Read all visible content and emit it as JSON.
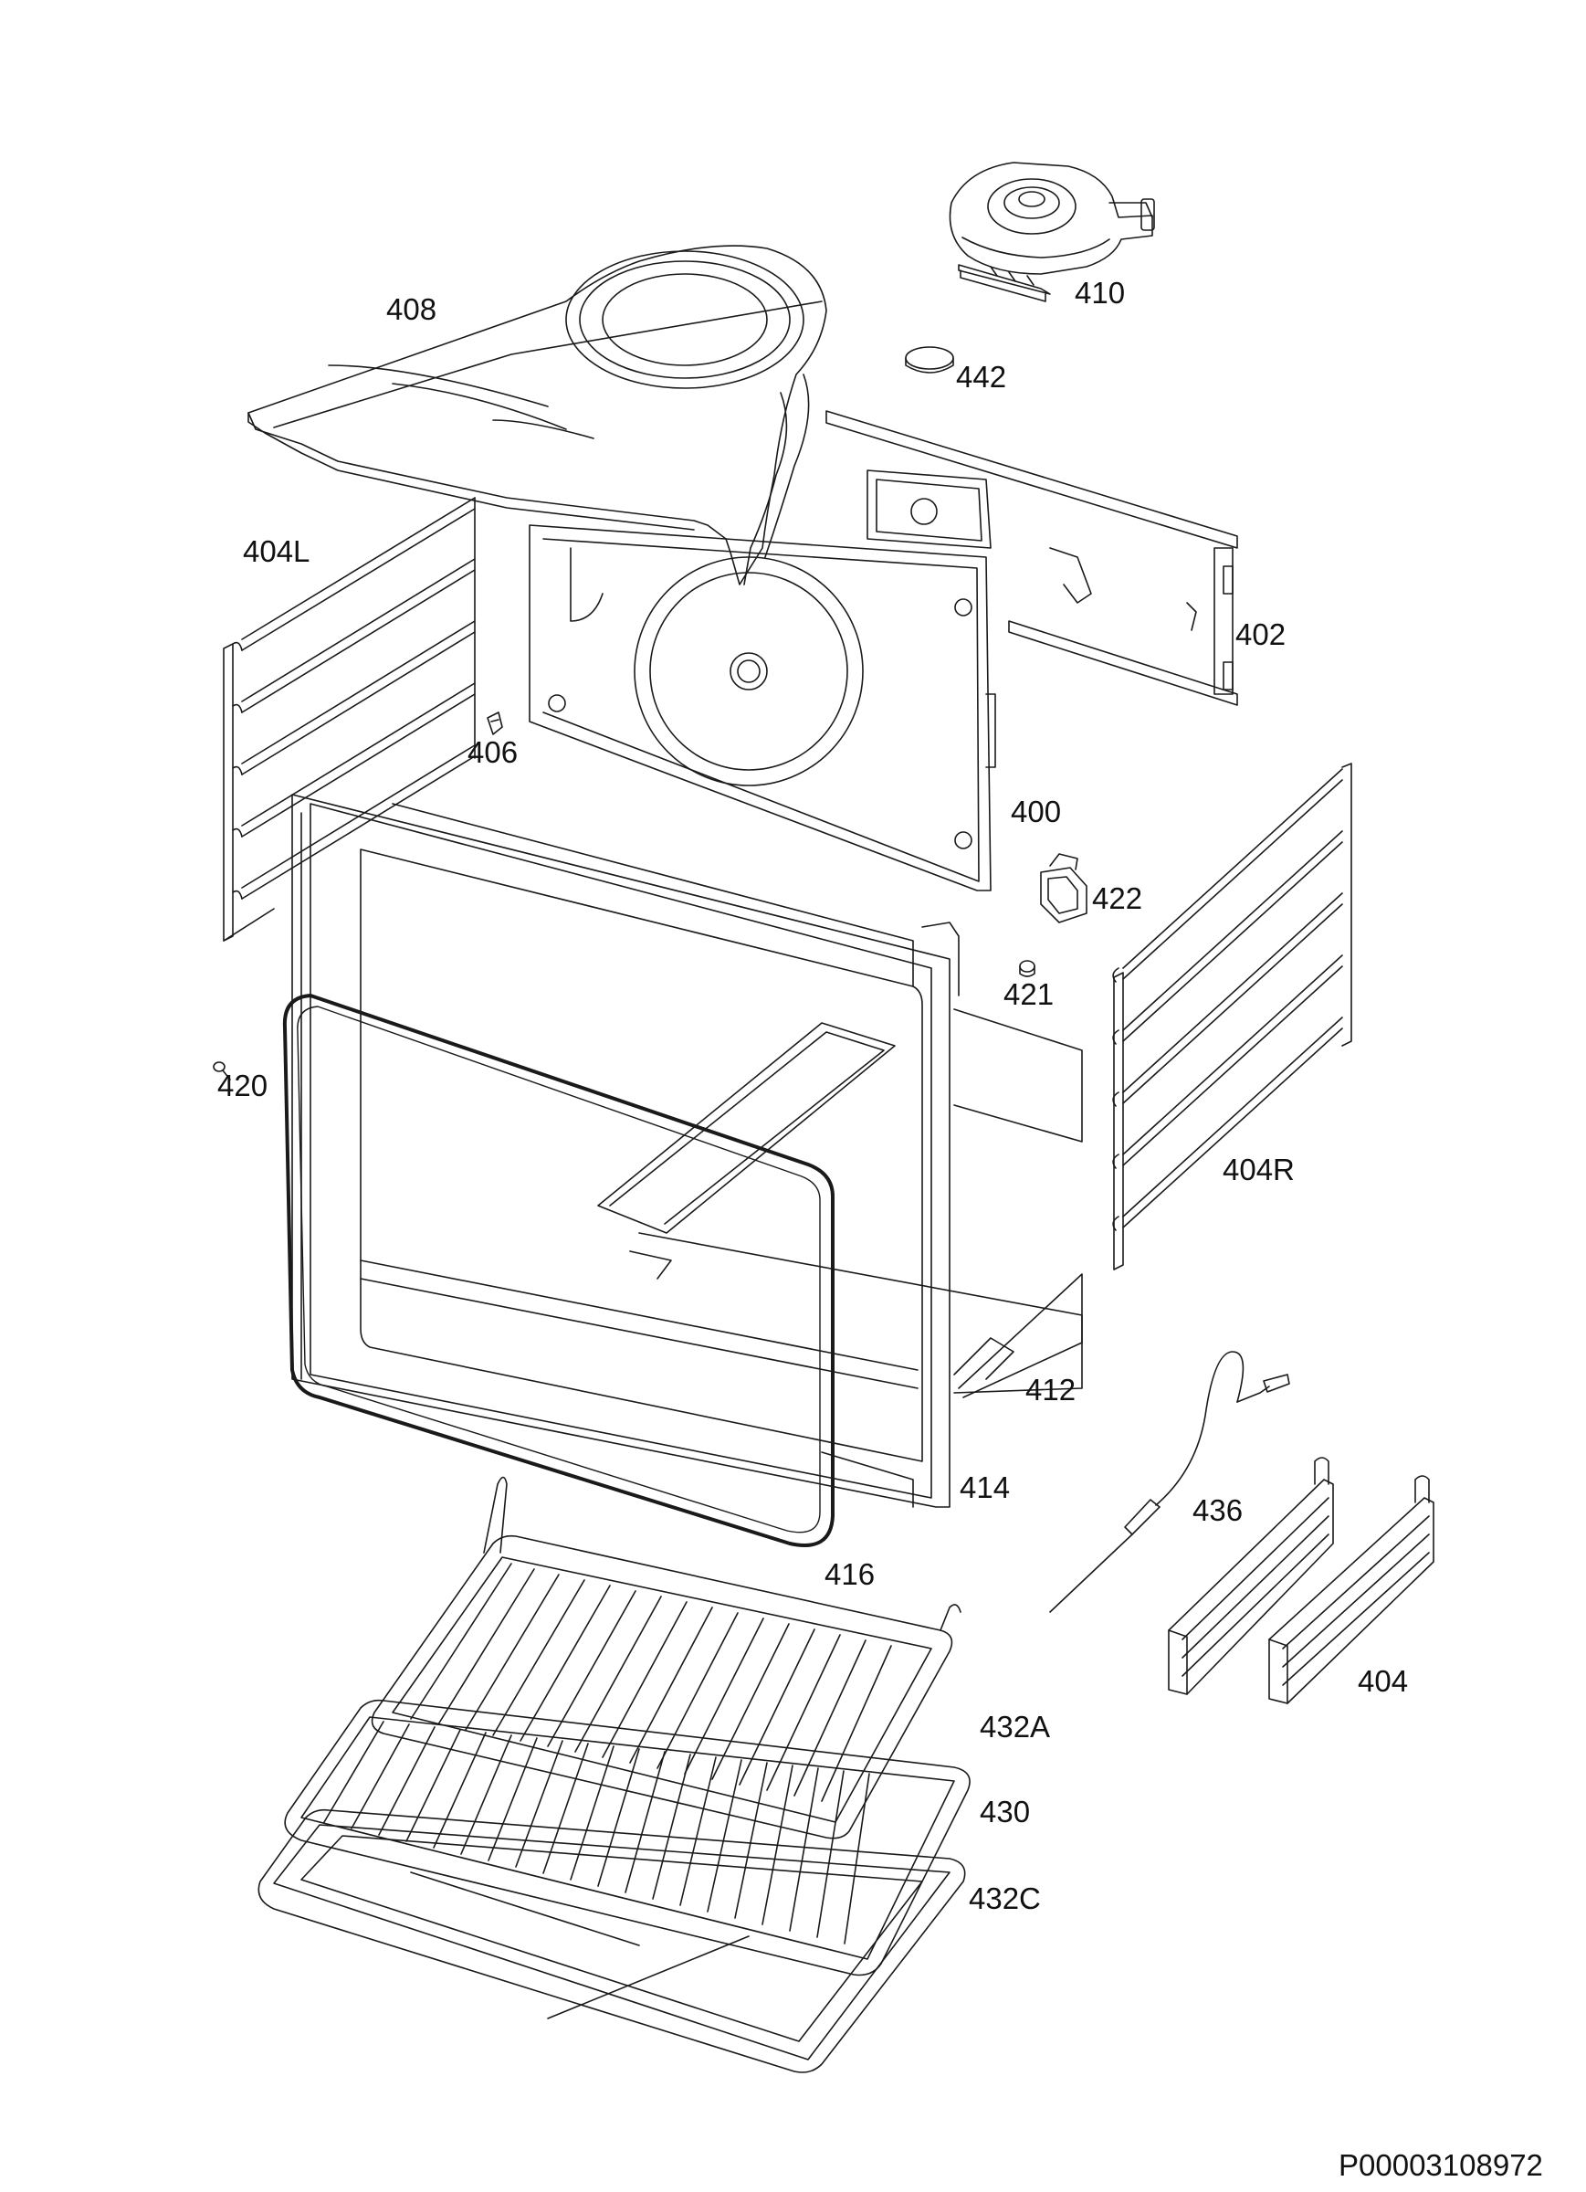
{
  "diagram": {
    "labels": {
      "p410": "410",
      "p408": "408",
      "p442": "442",
      "p404L": "404L",
      "p402": "402",
      "p406": "406",
      "p400": "400",
      "p422": "422",
      "p421": "421",
      "p420": "420",
      "p404R": "404R",
      "p412": "412",
      "p414": "414",
      "p436": "436",
      "p416": "416",
      "p404": "404",
      "p432A": "432A",
      "p430": "430",
      "p432C": "432C"
    },
    "drawing_number": "P00003108972"
  }
}
